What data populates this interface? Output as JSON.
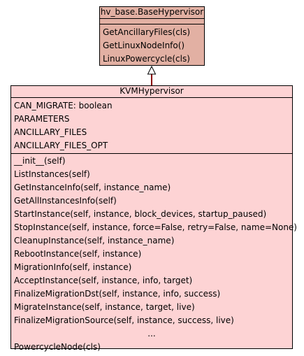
{
  "colors": {
    "base_fill": "#e2b0a3",
    "derived_fill": "#fdd3d4",
    "inheritance_line": "#8b0000"
  },
  "base_class": {
    "name": "hv_base.BaseHypervisor",
    "attributes": [],
    "methods": [
      "GetAncillaryFiles(cls)",
      "GetLinuxNodeInfo()",
      "LinuxPowercycle(cls)"
    ]
  },
  "derived_class": {
    "name": "KVMHypervisor",
    "attributes": [
      "CAN_MIGRATE: boolean",
      "PARAMETERS",
      "ANCILLARY_FILES",
      "ANCILLARY_FILES_OPT"
    ],
    "methods": [
      "__init__(self)",
      "ListInstances(self)",
      "GetInstanceInfo(self, instance_name)",
      "GetAllInstancesInfo(self)",
      "StartInstance(self, instance, block_devices, startup_paused)",
      "StopInstance(self, instance, force=False, retry=False, name=None)",
      "CleanupInstance(self, instance_name)",
      "RebootInstance(self, instance)",
      "MigrationInfo(self, instance)",
      "AcceptInstance(self, instance, info, target)",
      "FinalizeMigrationDst(self, instance, info, success)",
      "MigrateInstance(self, instance, target, live)",
      "FinalizeMigrationSource(self, instance, success, live)",
      "...",
      "PowercycleNode(cls)"
    ]
  },
  "relationship": "generalization"
}
